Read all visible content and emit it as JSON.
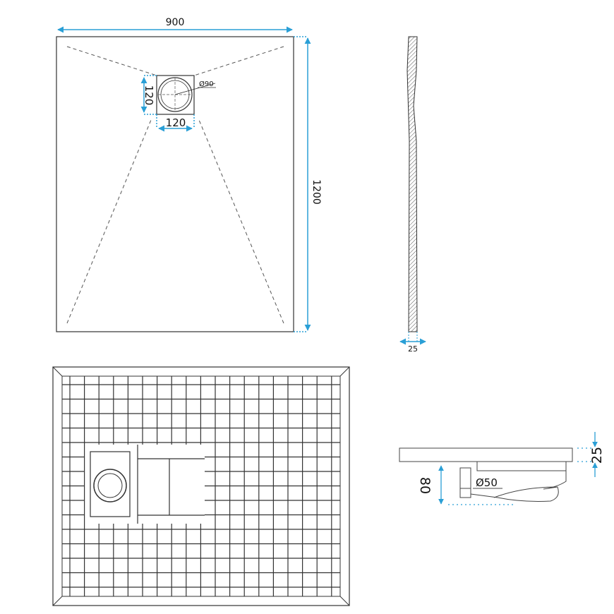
{
  "top_view": {
    "width_label": "900",
    "length_label": "1200",
    "drain_height_label": "120",
    "drain_width_label": "120",
    "drain_diameter_label": "Ø90"
  },
  "side_view": {
    "thickness_label": "25"
  },
  "section_view": {
    "tray_thickness_label": "25",
    "trap_height_label": "80",
    "outlet_diameter_label": "Ø50"
  },
  "colors": {
    "dimension": "#2a9fd6",
    "line": "#333333"
  }
}
